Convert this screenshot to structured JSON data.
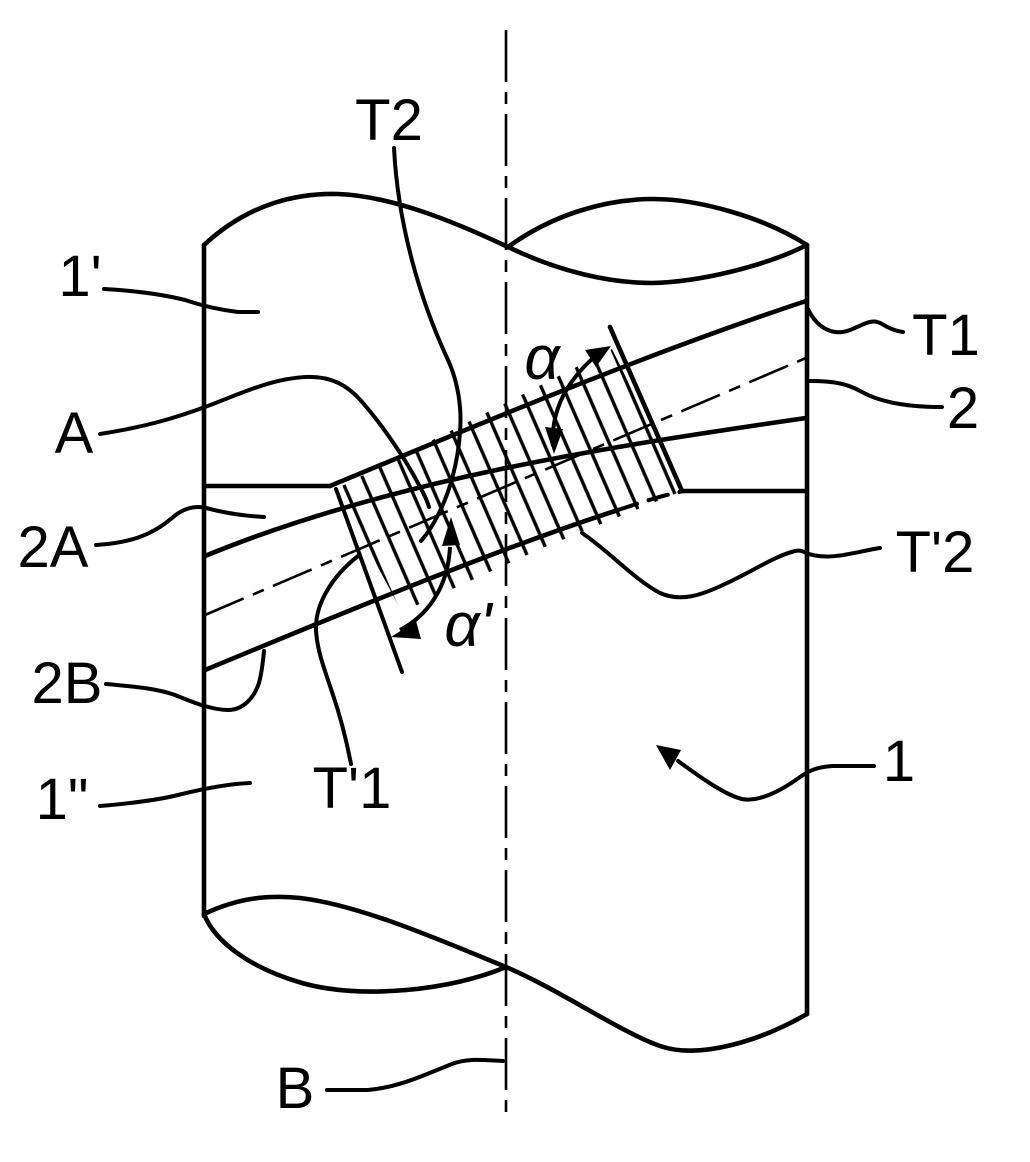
{
  "figure": {
    "type": "patent-line-drawing",
    "description": "Cylinder (liner 1) with helical band (2) and hatched overlap zone (A), angles alpha and alpha-prime measured against band centerline, vertical axis B",
    "background_color": "#ffffff",
    "line_color": "#000000",
    "labels": {
      "t2": "T2",
      "one_prime": "1'",
      "a": "A",
      "two_a": "2A",
      "two_b": "2B",
      "one_double_prime": "1\"",
      "t_prime_1": "T'1",
      "b": "B",
      "alpha": "α",
      "alpha_prime": "α'",
      "t1": "T1",
      "two": "2",
      "t_prime_2": "T'2",
      "one": "1"
    }
  }
}
